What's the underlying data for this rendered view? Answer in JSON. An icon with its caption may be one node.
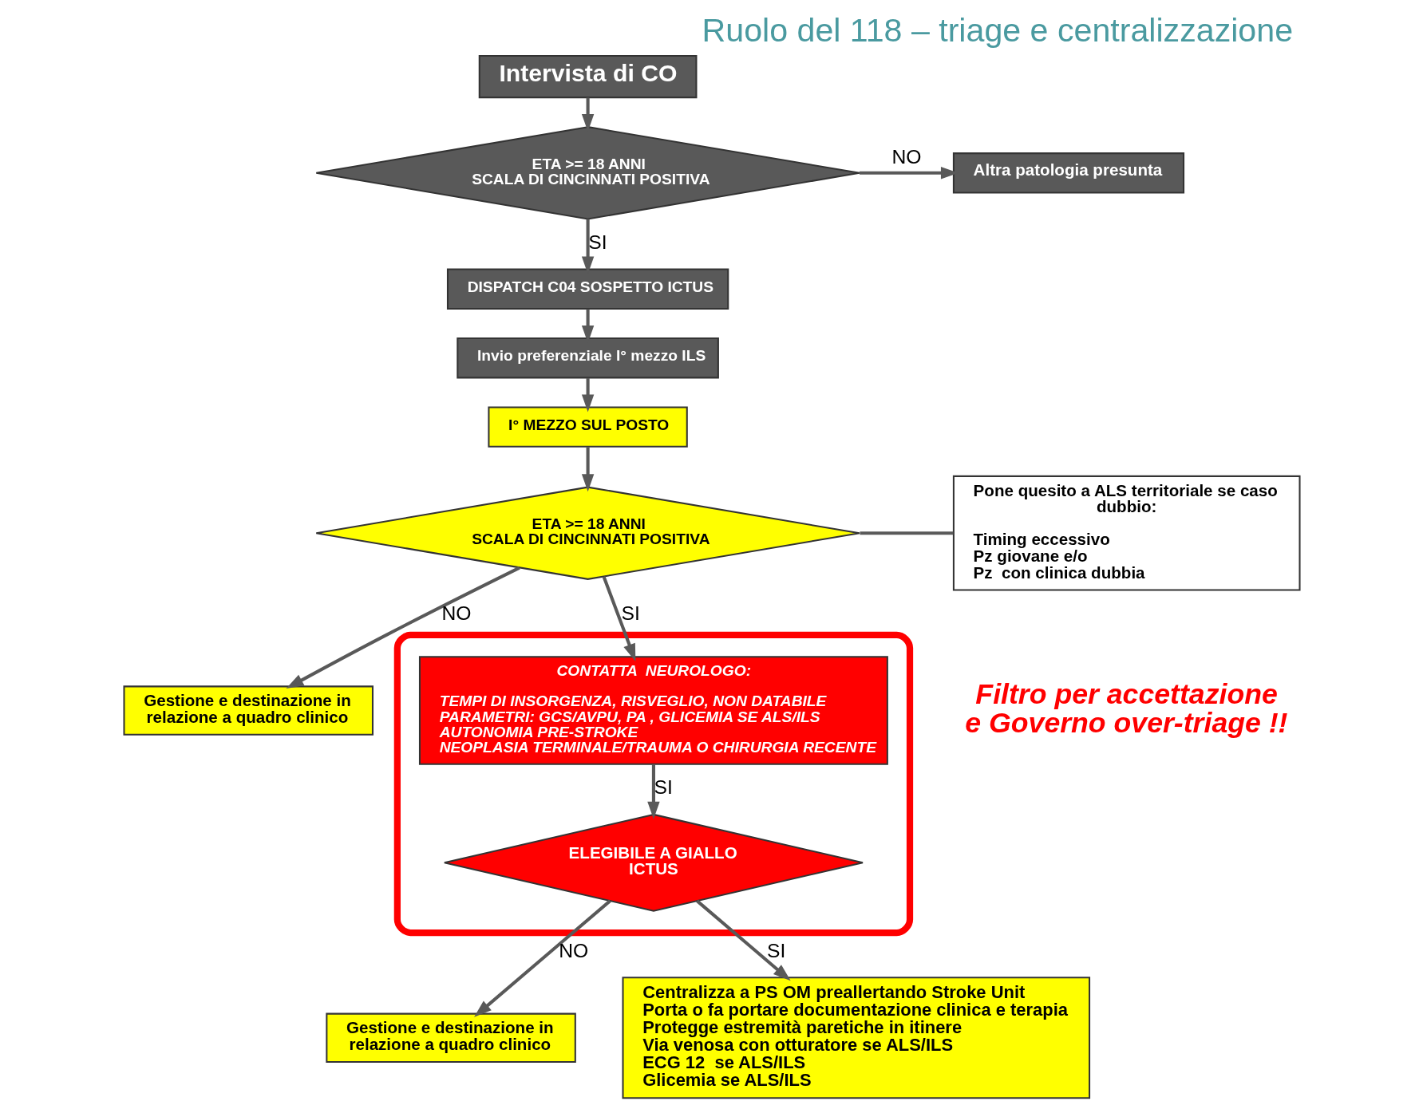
{
  "diagram": {
    "title": "Ruolo del 118 – triage e centralizzazione",
    "nodes": [
      {
        "text": [
          "Intervista di CO"
        ]
      },
      {
        "text": [
          "ETA >= 18 ANNI",
          "SCALA DI CINCINNATI POSITIVA"
        ]
      },
      {
        "text": [
          "Altra patologia presunta"
        ]
      },
      {
        "text": [
          "DISPATCH C04 SOSPETTO ICTUS"
        ]
      },
      {
        "text": [
          "Invio preferenziale I° mezzo ILS"
        ]
      },
      {
        "text": [
          "I° MEZZO SUL POSTO"
        ]
      },
      {
        "text": [
          "ETA >= 18 ANNI",
          "SCALA DI CINCINNATI POSITIVA"
        ]
      },
      {
        "text": [
          "Gestione e destinazione in relazione a quadro clinico"
        ]
      },
      {
        "text": [
          "Pone quesito a ALS territoriale se caso dubbio:",
          "Timing eccessivo",
          "Pz giovane e/o",
          "Pz  con clinica dubbia"
        ]
      },
      {
        "text": [],
        "shape": "ellipse"
      },
      {
        "text": [
          "CONTATTA  NEUROLOGO:",
          "TEMPI DI INSORGENZA, RISVEGLIO, NON DATABILE",
          "PARAMETRI: GCS/AVPU, PA , GLICEMIA SE ALS/ILS",
          "AUTONOMIA PRE-STROKE",
          "NEOPLASIA TERMINALE/TRAUMA O CHIRURGIA RECENTE"
        ],
        "in": 9
      },
      {
        "text": [
          "ELEGIBILE A GIALLO ICTUS"
        ],
        "in": 9
      },
      {
        "text": [
          "Gestione e destinazione in relazione a quadro clinico"
        ]
      },
      {
        "text": [
          "Centralizza a PS OM preallertando Stroke Unit",
          "Porta o fa portare documentazione clinica e terapia",
          "Protegge estremità paretiche in itinere",
          "Via venosa con otturatore se ALS/ILS",
          "ECG 12  se ALS/ILS",
          "Glicemia se ALS/ILS"
        ]
      }
    ],
    "edges": [
      {
        "from": 0,
        "to": 1,
        "arrow": "to"
      },
      {
        "from": 1,
        "to": 2,
        "arrow": "to",
        "label": "NO"
      },
      {
        "from": 1,
        "to": 3,
        "arrow": "to",
        "label": "SI"
      },
      {
        "from": 3,
        "to": 4,
        "arrow": "to"
      },
      {
        "from": 4,
        "to": 5,
        "arrow": "to"
      },
      {
        "from": 5,
        "to": 6,
        "arrow": "to"
      },
      {
        "from": 6,
        "to": 7,
        "arrow": "to",
        "label": "NO"
      },
      {
        "from": 6,
        "to": 8,
        "arrow": "none"
      },
      {
        "from": 6,
        "to": 10,
        "arrow": "to",
        "label": "SI"
      },
      {
        "from": 10,
        "to": 11,
        "arrow": "to",
        "label": "SI"
      },
      {
        "from": 11,
        "to": 12,
        "arrow": "to",
        "label": "NO"
      },
      {
        "from": 11,
        "to": 13,
        "arrow": "to",
        "label": "SI"
      }
    ],
    "labels": [
      "Filtro per accettazione e Governo over-triage !!"
    ]
  }
}
